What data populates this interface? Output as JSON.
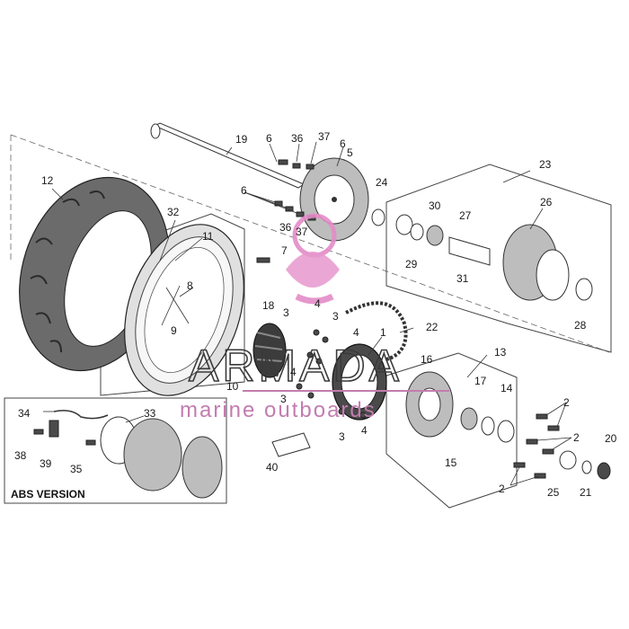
{
  "diagram": {
    "callouts": {
      "n1": "1",
      "n2a": "2",
      "n2b": "2",
      "n2c": "2",
      "n3a": "3",
      "n3b": "3",
      "n3c": "3",
      "n3d": "3",
      "n4a": "4",
      "n4b": "4",
      "n4c": "4",
      "n4d": "4",
      "n5": "5",
      "n6a": "6",
      "n6b": "6",
      "n6c": "6",
      "n7": "7",
      "n8": "8",
      "n9": "9",
      "n10": "10",
      "n11": "11",
      "n12": "12",
      "n13": "13",
      "n14": "14",
      "n15": "15",
      "n16": "16",
      "n17": "17",
      "n18": "18",
      "n19": "19",
      "n20": "20",
      "n21": "21",
      "n22": "22",
      "n23": "23",
      "n24": "24",
      "n25": "25",
      "n26": "26",
      "n27": "27",
      "n28": "28",
      "n29": "29",
      "n30": "30",
      "n31": "31",
      "n32": "32",
      "n33": "33",
      "n34": "34",
      "n35": "35",
      "n36a": "36",
      "n36b": "36",
      "n37a": "37",
      "n37b": "37",
      "n38": "38",
      "n39": "39",
      "n40": "40"
    },
    "abs_title": "ABS VERSION"
  },
  "watermark": {
    "brand": "ARMADA",
    "subtitle": "marine outboards",
    "logo_color": "#e48cc8"
  }
}
